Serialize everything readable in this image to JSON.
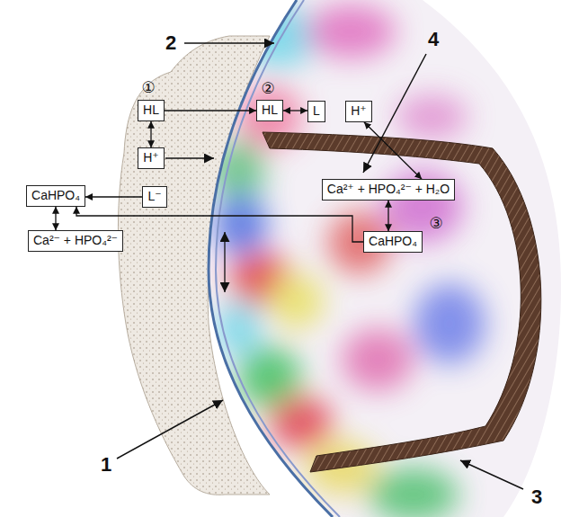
{
  "diagram": {
    "nodes": [
      {
        "text": [
          "HL"
        ]
      },
      {
        "text": [
          "H⁺"
        ]
      },
      {
        "text": [
          "L⁻"
        ]
      },
      {
        "text": [
          "CaHPO₄"
        ]
      },
      {
        "text": [
          "Ca²⁻ + HPO₄²⁻"
        ]
      },
      {
        "text": [
          "HL"
        ]
      },
      {
        "text": [
          "L"
        ]
      },
      {
        "text": [
          "H⁺"
        ]
      },
      {
        "text": [
          "Ca²⁺ + HPO₄²⁻ + H₂O"
        ]
      },
      {
        "text": [
          "CaHPO₄"
        ]
      }
    ],
    "edges": [
      {
        "from": 0,
        "to": 5,
        "arrow": "to"
      },
      {
        "from": 0,
        "to": 1,
        "arrow": "both"
      },
      {
        "from": 2,
        "to": 3,
        "arrow": "to"
      },
      {
        "from": 3,
        "to": 4,
        "arrow": "both"
      },
      {
        "from": 5,
        "to": 6,
        "arrow": "both"
      },
      {
        "from": 7,
        "to": 8,
        "arrow": "both"
      },
      {
        "from": 8,
        "to": 9,
        "arrow": "both"
      },
      {
        "from": 9,
        "to": 3,
        "arrow": "to"
      }
    ],
    "labels": [
      "①",
      "②",
      "③",
      "1",
      "2",
      "3",
      "4"
    ]
  }
}
